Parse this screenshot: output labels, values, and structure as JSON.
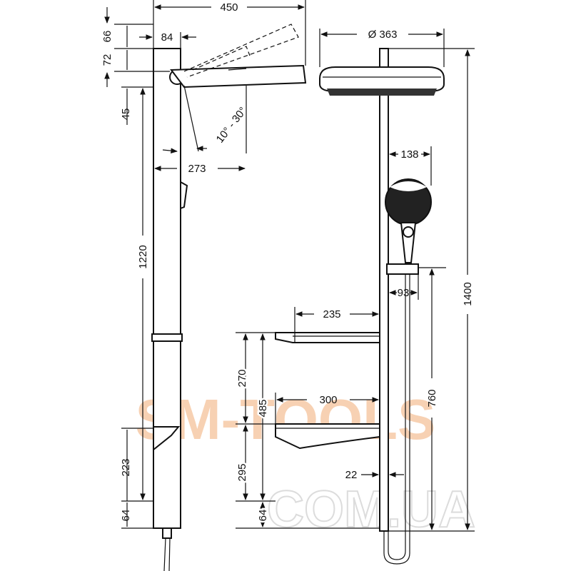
{
  "dimensions": {
    "width_450": "450",
    "offset_84": "84",
    "height_66": "66",
    "height_72": "72",
    "height_45": "45",
    "angle": "10° - 30°",
    "reach_273": "273",
    "bar_1220": "1220",
    "bottom_223": "223",
    "bottom_64_left": "64",
    "head_diameter": "Ø 363",
    "handshower_138": "138",
    "holder_93": "93",
    "total_1400": "1400",
    "shelf_235": "235",
    "shelf_300": "300",
    "gap_270": "270",
    "total_485": "485",
    "lower_295": "295",
    "bottom_64_right": "64",
    "height_760": "760",
    "pipe_22": "22"
  },
  "watermark": {
    "line1": "SM-TOOLS",
    "line2": "COM.UA",
    "color_fill": "#f6c9a6",
    "color_outline": "#e8e8e8"
  }
}
